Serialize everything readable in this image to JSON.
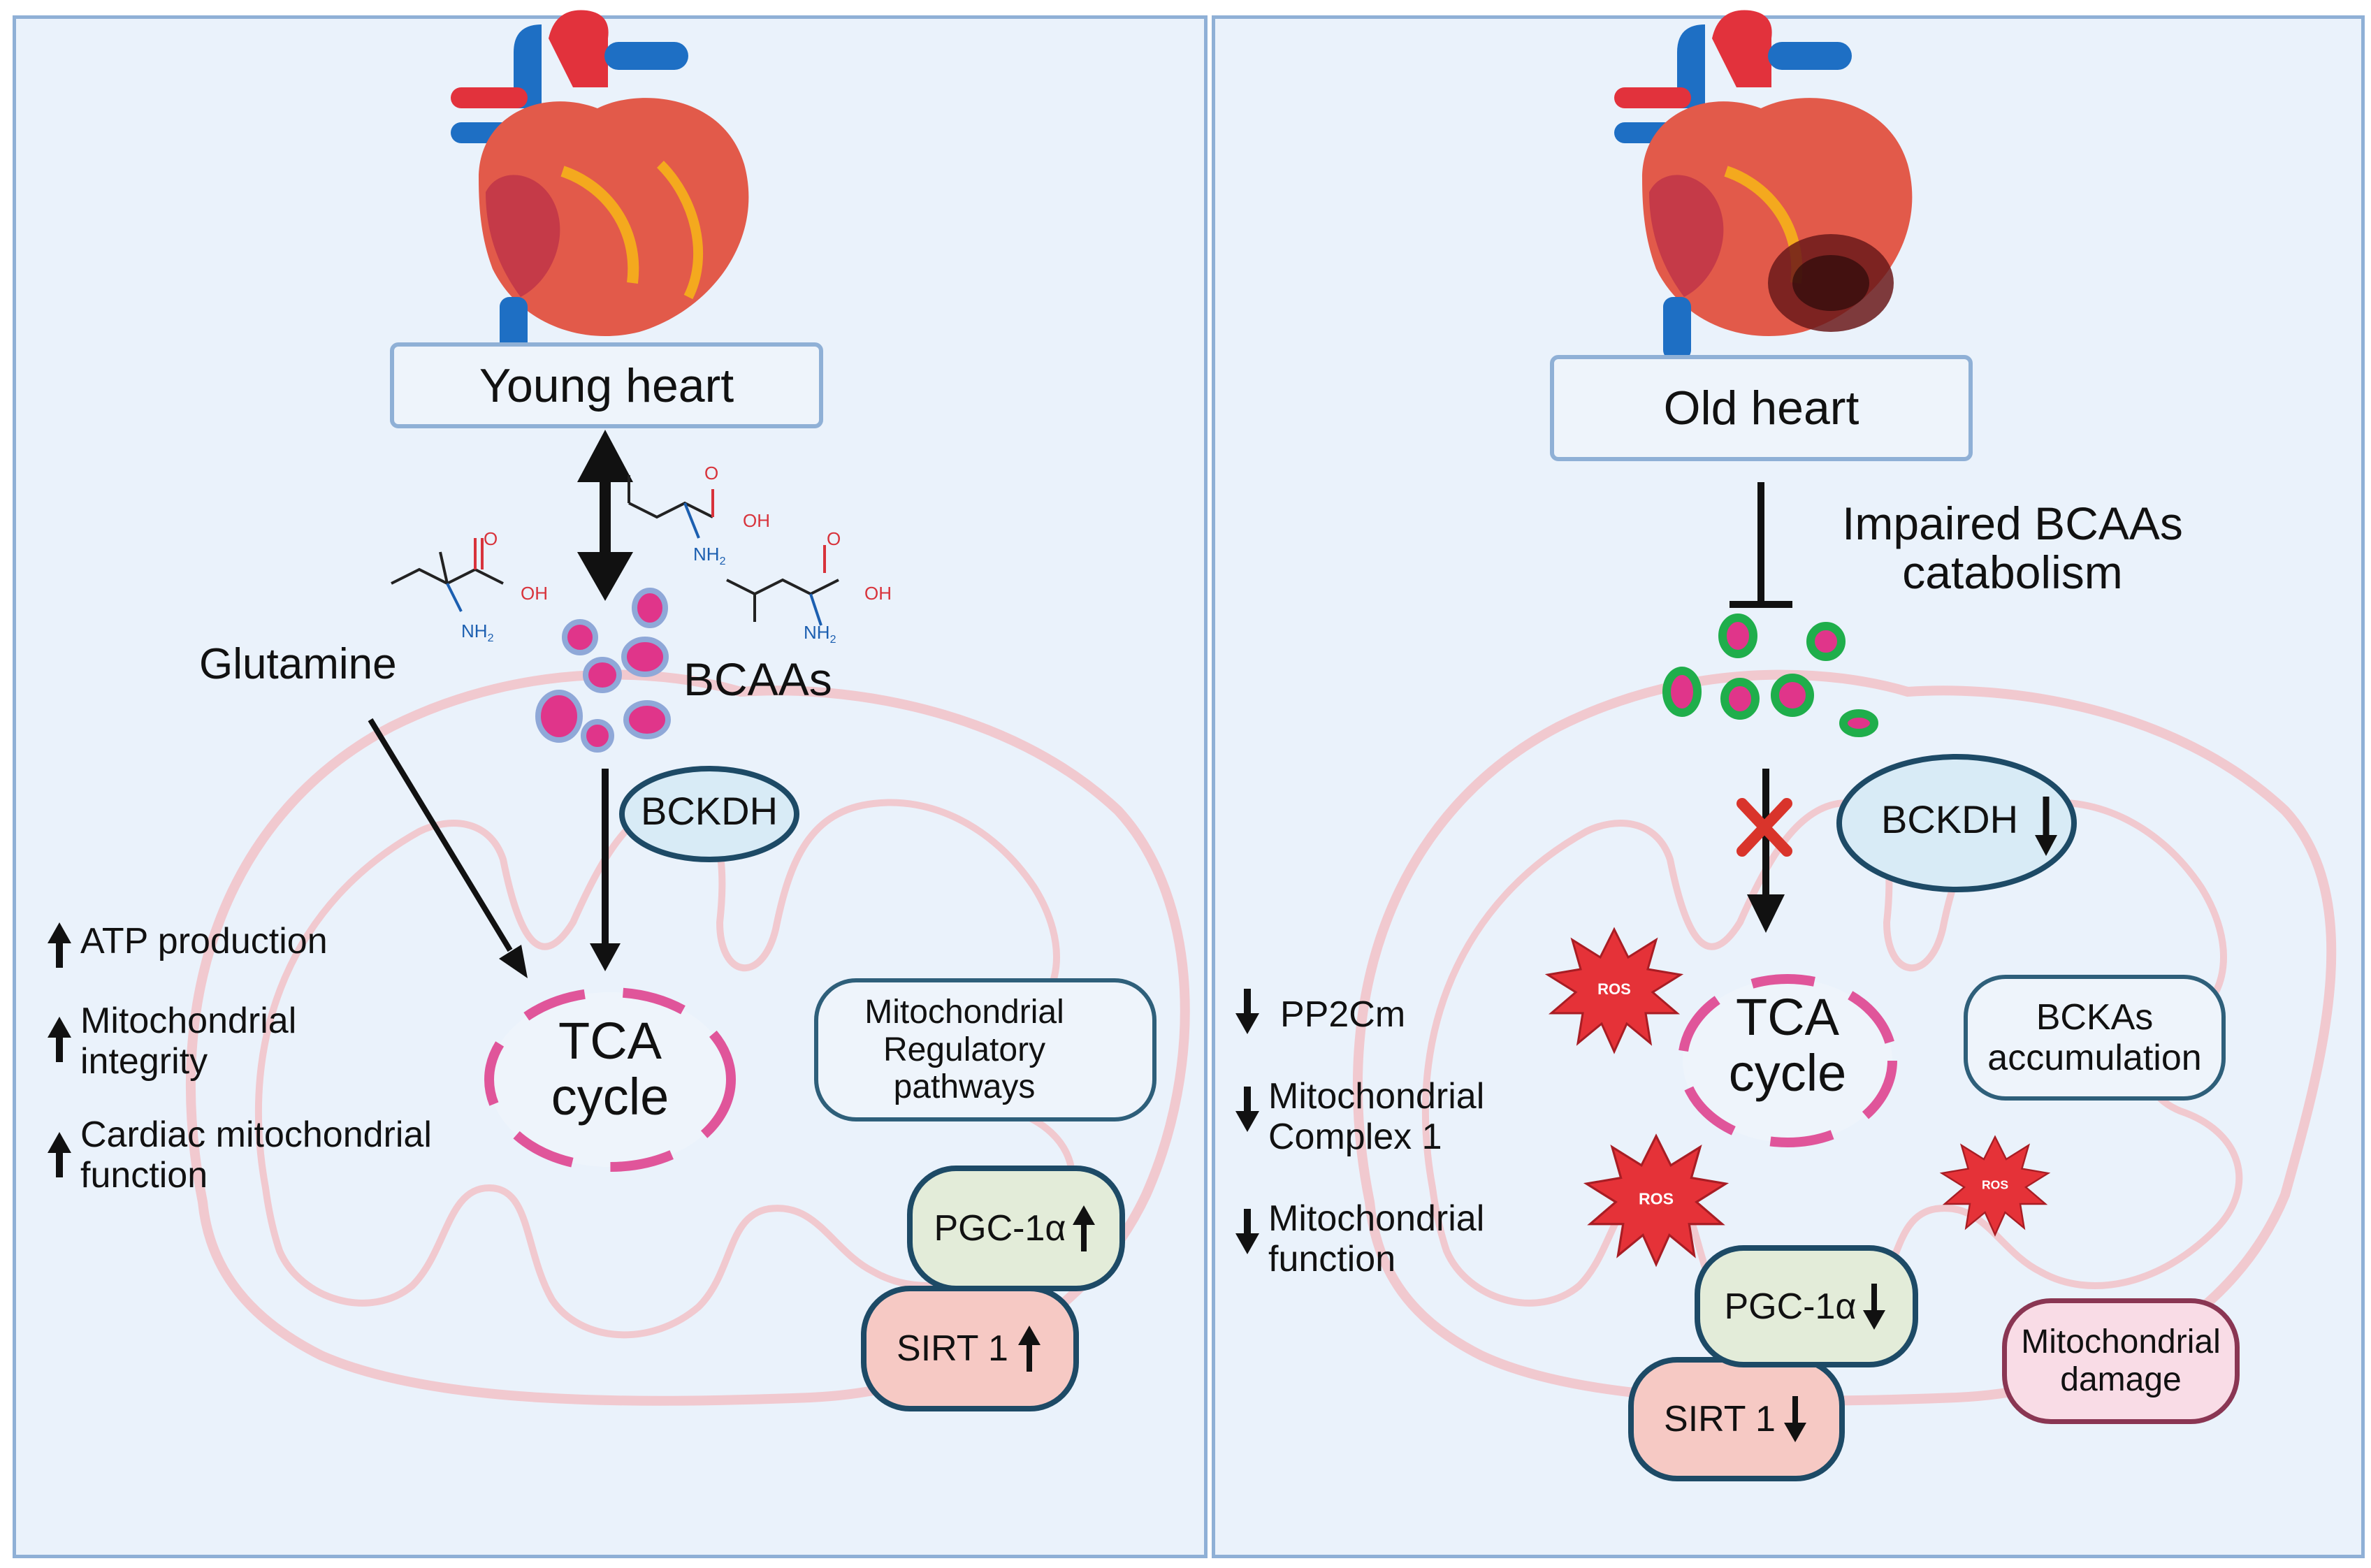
{
  "left": {
    "title": "Young heart",
    "glutamine": "Glutamine",
    "bcaas": "BCAAs",
    "bckdh": "BCKDH",
    "tca_line1": "TCA",
    "tca_line2": "cycle",
    "effects": [
      {
        "line1": "ATP production",
        "line2": "",
        "direction": "up"
      },
      {
        "line1": "Mitochondrial",
        "line2": "integrity",
        "direction": "up"
      },
      {
        "line1": "Cardiac mitochondrial",
        "line2": "function",
        "direction": "up"
      }
    ],
    "regulatory_line1": "Mitochondrial",
    "regulatory_line2": "Regulatory",
    "regulatory_line3": "pathways",
    "pgc": "PGC-1α",
    "sirt": "SIRT 1",
    "chem_oh_1": "OH",
    "chem_nh2_1": "NH",
    "chem_o_1": "O",
    "chem_oh_2": "OH",
    "chem_nh2_2": "NH",
    "chem_o_2": "O",
    "chem_oh_3": "OH",
    "chem_nh2_3": "NH",
    "chem_o_3": "O",
    "chem_sub": "2"
  },
  "right": {
    "title": "Old heart",
    "impaired_line1": "Impaired BCAAs",
    "impaired_line2": "catabolism",
    "bckdh": "BCKDH",
    "tca_line1": "TCA",
    "tca_line2": "cycle",
    "effects": [
      {
        "line1": "PP2Cm",
        "line2": "",
        "direction": "down"
      },
      {
        "line1": "Mitochondrial",
        "line2": "Complex 1",
        "direction": "down"
      },
      {
        "line1": "Mitochondrial",
        "line2": "function",
        "direction": "down"
      }
    ],
    "bckas_line1": "BCKAs",
    "bckas_line2": "accumulation",
    "ros": "ROS",
    "pgc": "PGC-1α",
    "sirt": "SIRT 1",
    "damage_line1": "Mitochondrial",
    "damage_line2": "damage"
  },
  "colors": {
    "panel_bg": "#eaf2fb",
    "panel_border": "#8fb0d6",
    "mito_outline": "#f1c9cf",
    "bcaa_fill": "#e0358a",
    "bcaa_ring": "#8fa8d8",
    "impaired_ring": "#1fae4b",
    "tca_dash": "#e0559a",
    "ros_red": "#e53238",
    "x_mark": "#d9342b"
  },
  "icons": [
    "heart-icon",
    "up-arrow-icon",
    "down-arrow-icon",
    "inhibit-icon",
    "x-mark-icon",
    "ros-burst-icon",
    "molecule-icon"
  ]
}
